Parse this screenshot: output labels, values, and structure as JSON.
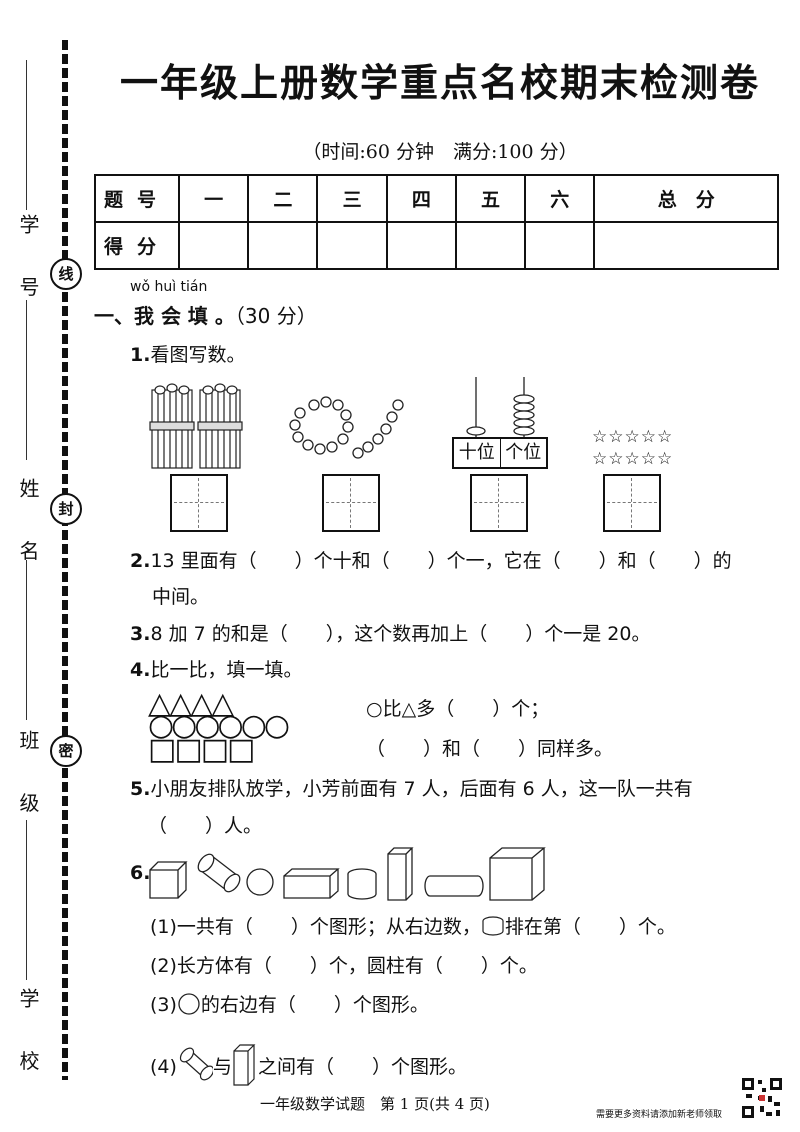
{
  "margin": {
    "student_no": "学 号",
    "name": "姓 名",
    "class": "班 级",
    "school": "学 校",
    "seal_xian": "线",
    "seal_feng": "封",
    "seal_mi": "密"
  },
  "title": "一年级上册数学重点名校期末检测卷",
  "subtitle": "（时间:60 分钟　满分:100 分）",
  "score_table": {
    "row1_head": "题号",
    "row2_head": "得分",
    "columns": [
      "一",
      "二",
      "三",
      "四",
      "五",
      "六",
      "总　分"
    ]
  },
  "section1": {
    "pinyin": "wǒ huì tián",
    "heading": "一、我 会 填 。",
    "points": "（30 分）"
  },
  "q1": {
    "num": "1.",
    "text": "看图写数。",
    "abacus_tens": "十位",
    "abacus_ones": "个位"
  },
  "q2": {
    "num": "2.",
    "line1": "13 里面有（　　）个十和（　　）个一，它在（　　）和（　　）的",
    "line2": "中间。"
  },
  "q3": {
    "num": "3.",
    "text": "8 加 7 的和是（　　），这个数再加上（　　）个一是 20。"
  },
  "q4": {
    "num": "4.",
    "text": "比一比，填一填。",
    "triangles": "△△△△",
    "circles": "○○○○○○",
    "squares": "□□□□",
    "line1": "○比△多（　　）个；",
    "line2": "（　　）和（　　）同样多。"
  },
  "q5": {
    "num": "5.",
    "line1": "小朋友排队放学，小芳前面有 7 人，后面有 6 人，这一队一共有",
    "line2": "（　　）人。"
  },
  "q6": {
    "num": "6.",
    "s1a": "(1)一共有（　　）个图形；从右边数，",
    "s1b": "排在第（　　）个。",
    "s2": "(2)长方体有（　　）个，圆柱有（　　）个。",
    "s3a": "(3)",
    "s3b": "的右边有（　　）个图形。",
    "s4a": "(4)",
    "s4b": "与",
    "s4c": "之间有（　　）个图形。"
  },
  "footer": "一年级数学试题　第 1 页(共 4 页)",
  "note": "需要更多资料请添加新老师领取"
}
